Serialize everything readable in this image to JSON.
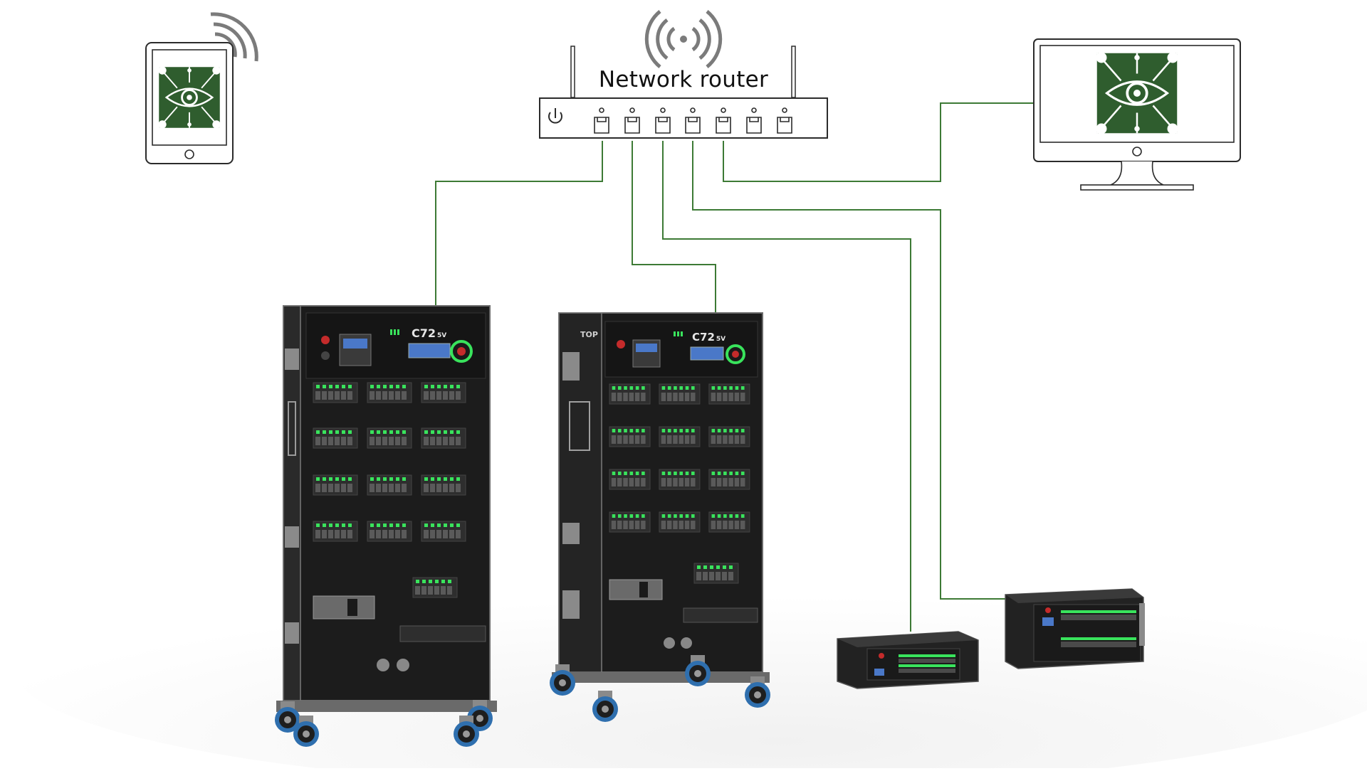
{
  "router": {
    "label": "Network router",
    "ports": 7,
    "icons": [
      "power-icon",
      "wifi-icon",
      "ethernet-port-icon"
    ]
  },
  "rack": {
    "model": "C72",
    "model_suffix": "5V",
    "side_label": "TOP"
  },
  "clients": {
    "tablet_icon": "tablet-icon",
    "monitor_icon": "desktop-monitor-icon",
    "app_icon": "eye-network-icon"
  },
  "colors": {
    "cable": "#3d7a35",
    "app_tile": "#2f5d2e",
    "led": "#39e35c",
    "outline": "#2b2b2b",
    "rack_body": "#1c1c1c",
    "wheel": "#2f6fae"
  }
}
